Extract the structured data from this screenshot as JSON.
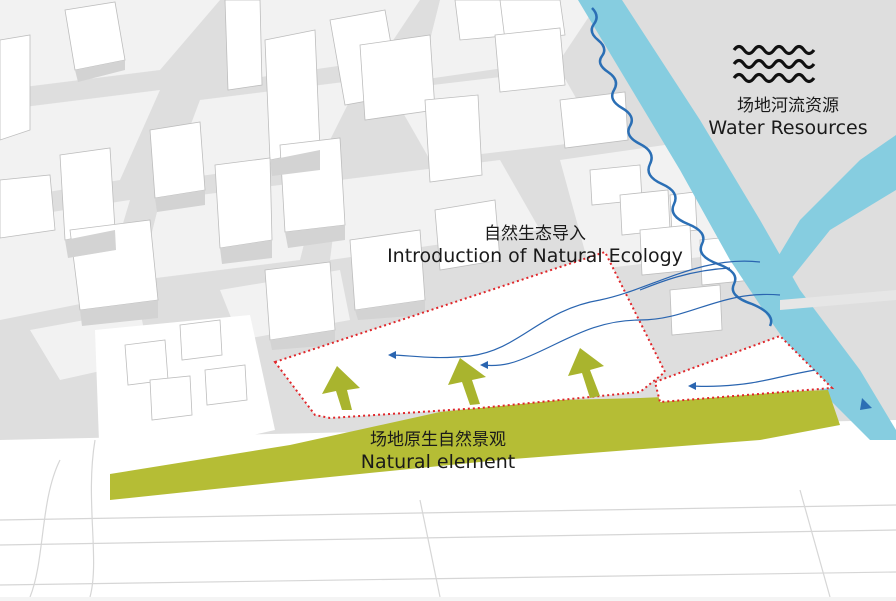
{
  "labels": {
    "water": {
      "cn": "场地河流资源",
      "en": "Water Resources"
    },
    "ecology": {
      "cn": "自然生态导入",
      "en": "Introduction of Natural Ecology"
    },
    "natural": {
      "cn": "场地原生自然景观",
      "en": "Natural element"
    }
  },
  "colors": {
    "river": "#86cde0",
    "river_line": "#2b6fb5",
    "natural_band": "#b5bd35",
    "site_outline": "#e0262a",
    "flow_arrow": "#2a65b0",
    "building_top": "#ffffff",
    "building_side": "#d8d8d8",
    "road": "#cfcfcf"
  },
  "icons": {
    "water_legend": "wave-icon"
  }
}
